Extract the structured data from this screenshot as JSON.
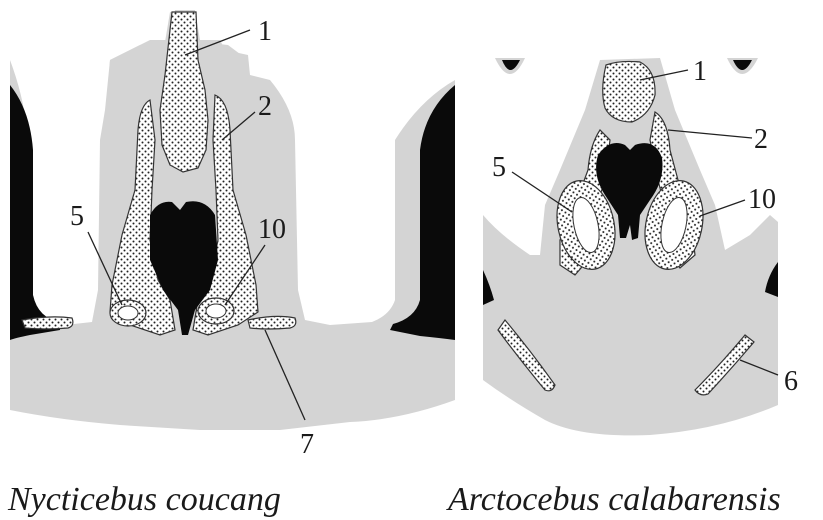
{
  "figure": {
    "panels": [
      {
        "caption": "Nycticebus coucang",
        "labels": [
          "1",
          "2",
          "5",
          "10",
          "7"
        ]
      },
      {
        "caption": "Arctocebus calabarensis",
        "labels": [
          "1",
          "2",
          "5",
          "10",
          "6"
        ]
      }
    ]
  },
  "colors": {
    "soft_tissue": "#d4d4d4",
    "airway": "#0a0a0a",
    "background": "#ffffff"
  }
}
